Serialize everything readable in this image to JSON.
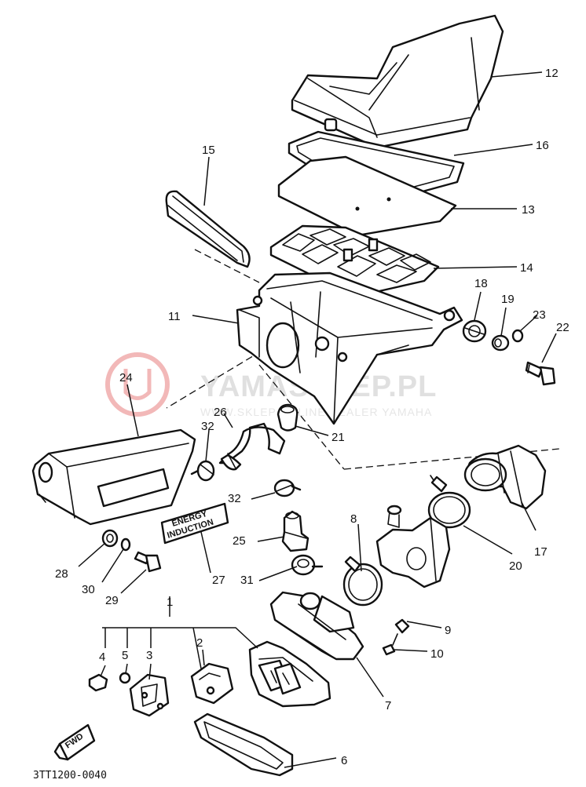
{
  "diagram": {
    "reference_code": "3TT1200-0040",
    "badge_fwd": "FWD",
    "label_energy_line1": "ENERGY",
    "label_energy_line2": "INDUCTION",
    "watermark": {
      "main": "YAMASKLEP.PL",
      "sub": "WWW.SKLEP ONLINE DEALER YAMAHA",
      "accent_color": "#f2b8b8"
    },
    "callouts": {
      "c1": "1",
      "c2": "2",
      "c3": "3",
      "c4": "4",
      "c5": "5",
      "c6": "6",
      "c7": "7",
      "c8": "8",
      "c9": "9",
      "c10": "10",
      "c11": "11",
      "c12": "12",
      "c13": "13",
      "c14": "14",
      "c15": "15",
      "c16": "16",
      "c17": "17",
      "c18": "18",
      "c19": "19",
      "c20": "20",
      "c21": "21",
      "c22": "22",
      "c23": "23",
      "c24": "24",
      "c25": "25",
      "c26": "26",
      "c27": "27",
      "c28": "28",
      "c29": "29",
      "c30": "30",
      "c31": "31",
      "c32a": "32",
      "c32b": "32"
    }
  }
}
